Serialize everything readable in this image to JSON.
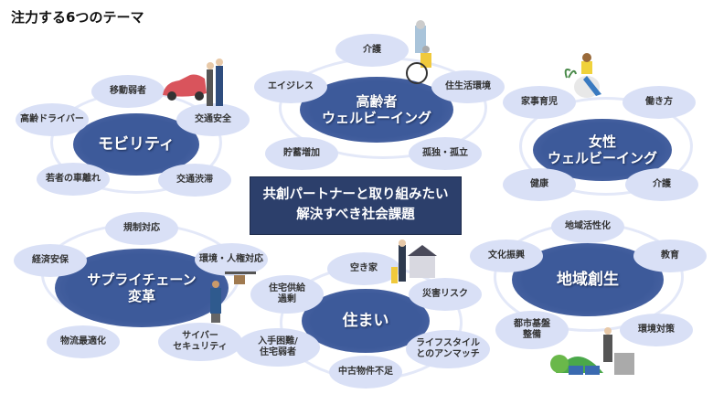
{
  "title": "注力する6つのテーマ",
  "center_message": "共創パートナーと取り組みたい\n解決すべき社会課題",
  "themes": [
    {
      "name": "モビリティ",
      "items": [
        "移動弱者",
        "高齢ドライバー",
        "交通安全",
        "若者の車離れ",
        "交通渋滞"
      ]
    },
    {
      "name": "高齢者\nウェルビーイング",
      "items": [
        "介護",
        "エイジレス",
        "住生活環境",
        "貯蓄増加",
        "孤独・孤立"
      ]
    },
    {
      "name": "女性\nウェルビーイング",
      "items": [
        "家事育児",
        "働き方",
        "健康",
        "介護"
      ]
    },
    {
      "name": "サプライチェーン\n変革",
      "items": [
        "規制対応",
        "経済安保",
        "環境・人権対応",
        "物流最適化",
        "サイバー\nセキュリティ"
      ]
    },
    {
      "name": "住まい",
      "items": [
        "空き家",
        "災害リスク",
        "住宅供給\n過剰",
        "入手困難/\n住宅弱者",
        "ライフスタイル\nとのアンマッチ",
        "中古物件不足"
      ]
    },
    {
      "name": "地域創生",
      "items": [
        "地域活性化",
        "文化振興",
        "教育",
        "都市基盤\n整備",
        "環境対策"
      ]
    }
  ]
}
